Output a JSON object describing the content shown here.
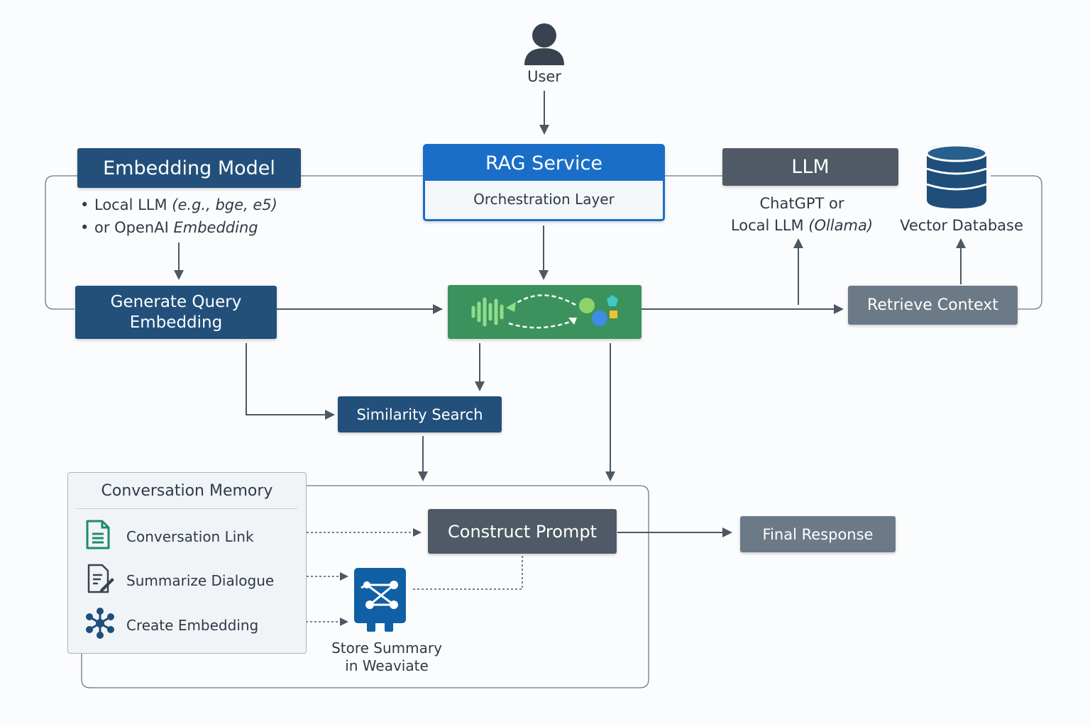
{
  "user": {
    "label": "User"
  },
  "embedding_model": {
    "title": "Embedding Model",
    "bullets": [
      {
        "main": "Local LLM ",
        "italic": "(e.g., bge, e5)"
      },
      {
        "main": "or OpenAI ",
        "italic": "Embedding"
      }
    ]
  },
  "rag_service": {
    "title": "RAG Service",
    "subtitle": "Orchestration Layer"
  },
  "llm": {
    "title": "LLM",
    "line1": "ChatGPT or",
    "line2_main": "Local LLM ",
    "line2_italic": "(Ollama)"
  },
  "vector_db": {
    "label": "Vector Database"
  },
  "generate_query": {
    "line1": "Generate Query",
    "line2": "Embedding"
  },
  "retrieve_context": {
    "label": "Retrieve Context"
  },
  "similarity_search": {
    "label": "Similarity Search"
  },
  "conversation_memory": {
    "title": "Conversation Memory",
    "items": [
      {
        "label": "Conversation Link",
        "icon": "document-icon"
      },
      {
        "label": "Summarize Dialogue",
        "icon": "edit-document-icon"
      },
      {
        "label": "Create Embedding",
        "icon": "network-icon"
      }
    ]
  },
  "construct_prompt": {
    "label": "Construct Prompt"
  },
  "final_response": {
    "label": "Final Response"
  },
  "weaviate": {
    "line1": "Store Summary",
    "line2": "in Weaviate"
  },
  "colors": {
    "navy": "#22507b",
    "rag_blue": "#1a6ec7",
    "slate": "#4f5a66",
    "gray": "#6c7987",
    "green": "#3b925d",
    "weaviate_blue": "#1160a6"
  }
}
